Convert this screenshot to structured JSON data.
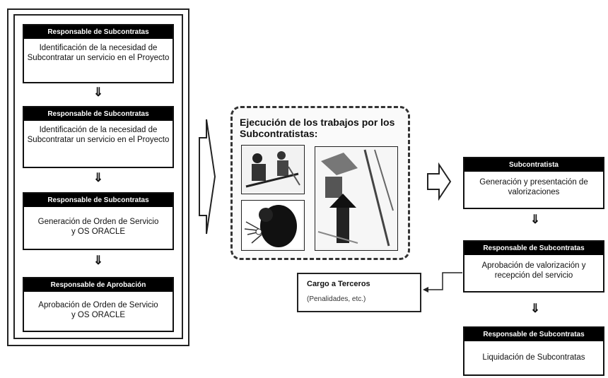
{
  "left_column": {
    "steps": [
      {
        "header": "Responsable de Subcontratas",
        "text": "Identificación de la necesidad de Subcontratar un servicio en el Proyecto"
      },
      {
        "header": "Responsable de Subcontratas",
        "text": "Identificación de la necesidad de Subcontratar un servicio en el Proyecto"
      },
      {
        "header": "Responsable de Subcontratas",
        "text": "Generación de Orden de Servicio y OS ORACLE"
      },
      {
        "header": "Responsable de Aprobación",
        "text": "Aprobación de Orden de Servicio y OS ORACLE"
      }
    ]
  },
  "center": {
    "title": "Ejecución de los trabajos por los Subcontratistas:"
  },
  "cargo": {
    "title": "Cargo a Terceros",
    "subtitle": "(Penalidades, etc.)"
  },
  "right_column": {
    "steps": [
      {
        "header": "Subcontratista",
        "text": "Generación y presentación de valorizaciones"
      },
      {
        "header": "Responsable de Subcontratas",
        "text": "Aprobación de valorización y recepción del servicio"
      },
      {
        "header": "Responsable de Subcontratas",
        "text": "Liquidación de Subcontratas"
      }
    ]
  },
  "arrow_glyph": "⇓"
}
